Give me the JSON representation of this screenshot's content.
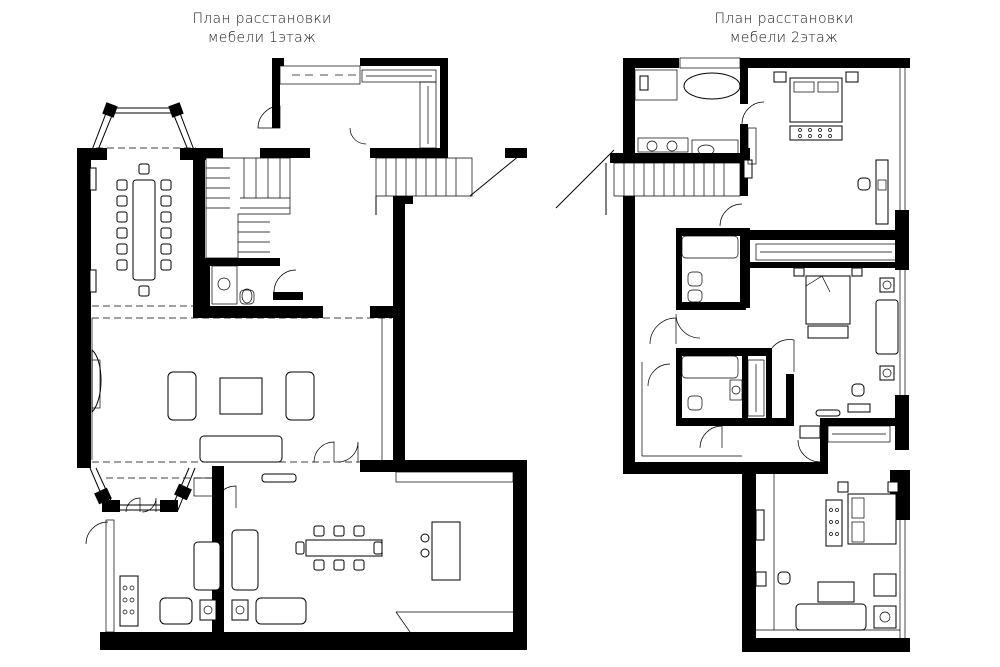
{
  "floor_1": {
    "title_line1": "План  расстановки",
    "title_line2": "мебели 1этаж"
  },
  "floor_2": {
    "title_line1": "План  расстановки",
    "title_line2": "мебели 2этаж"
  }
}
